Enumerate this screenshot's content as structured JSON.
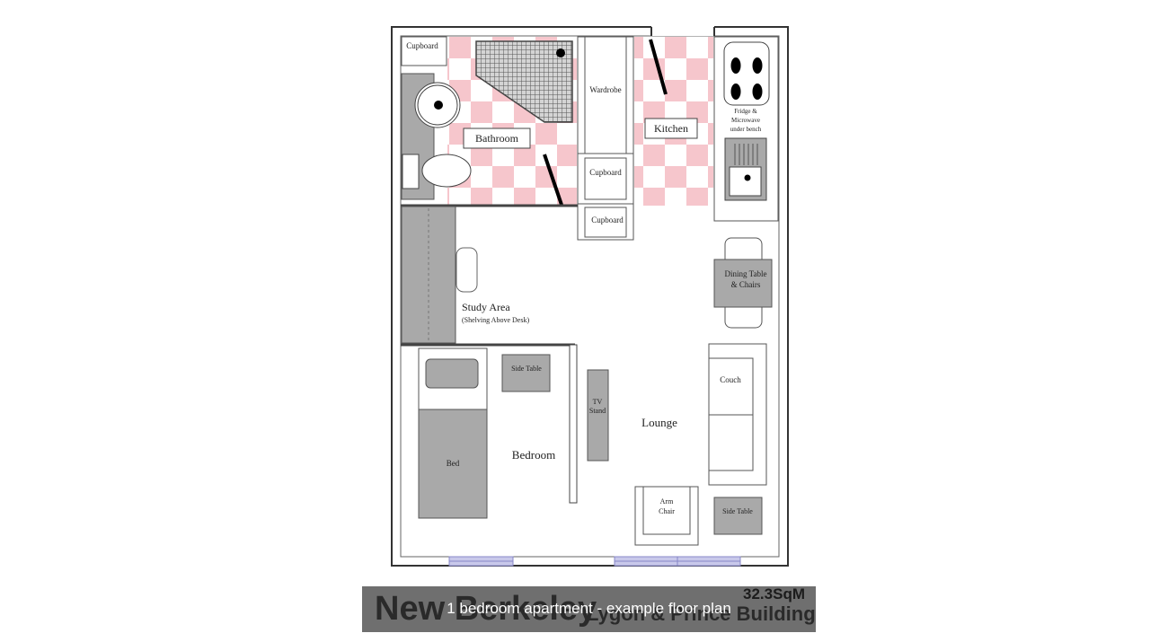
{
  "labels": {
    "cupboard_top": "Cupboard",
    "wardrobe": "Wardrobe",
    "bathroom": "Bathroom",
    "kitchen": "Kitchen",
    "fridge_1": "Fridge &",
    "fridge_2": "Microwave",
    "fridge_3": "under bench",
    "cupboard_mid": "Cupboard",
    "cupboard_low": "Cupboard",
    "study": "Study Area",
    "study_sub": "(Shelving Above Desk)",
    "dining_1": "Dining Table",
    "dining_2": "& Chairs",
    "side_table_bed": "Side Table",
    "tv_1": "TV",
    "tv_2": "Stand",
    "couch": "Couch",
    "lounge": "Lounge",
    "bedroom": "Bedroom",
    "bed": "Bed",
    "arm_1": "Arm",
    "arm_2": "Chair",
    "side_table_lounge": "Side Table"
  },
  "footer": {
    "building_name": "New Berkeley",
    "building_sub": "Lygon & Prince Building",
    "area": "32.3SqM",
    "caption": "1 bedroom apartment - example floor plan"
  }
}
